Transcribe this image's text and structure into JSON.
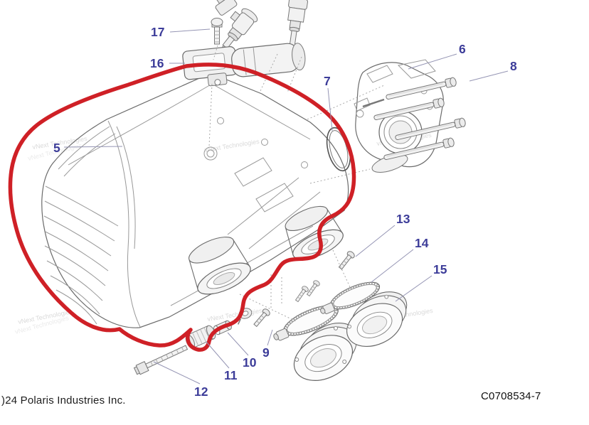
{
  "diagram": {
    "copyright_text": ")24 Polaris Industries Inc.",
    "part_number": "C0708534-7",
    "watermark_text": "vNext Technologies",
    "colors": {
      "highlight": "#cf2026",
      "callout": "#3c3c99",
      "linework": "#6b6b6b"
    },
    "callouts": {
      "c5": "5",
      "c6": "6",
      "c7": "7",
      "c8": "8",
      "c9": "9",
      "c10": "10",
      "c11": "11",
      "c12": "12",
      "c13": "13",
      "c14": "14",
      "c15": "15",
      "c16": "16",
      "c17": "17"
    }
  }
}
